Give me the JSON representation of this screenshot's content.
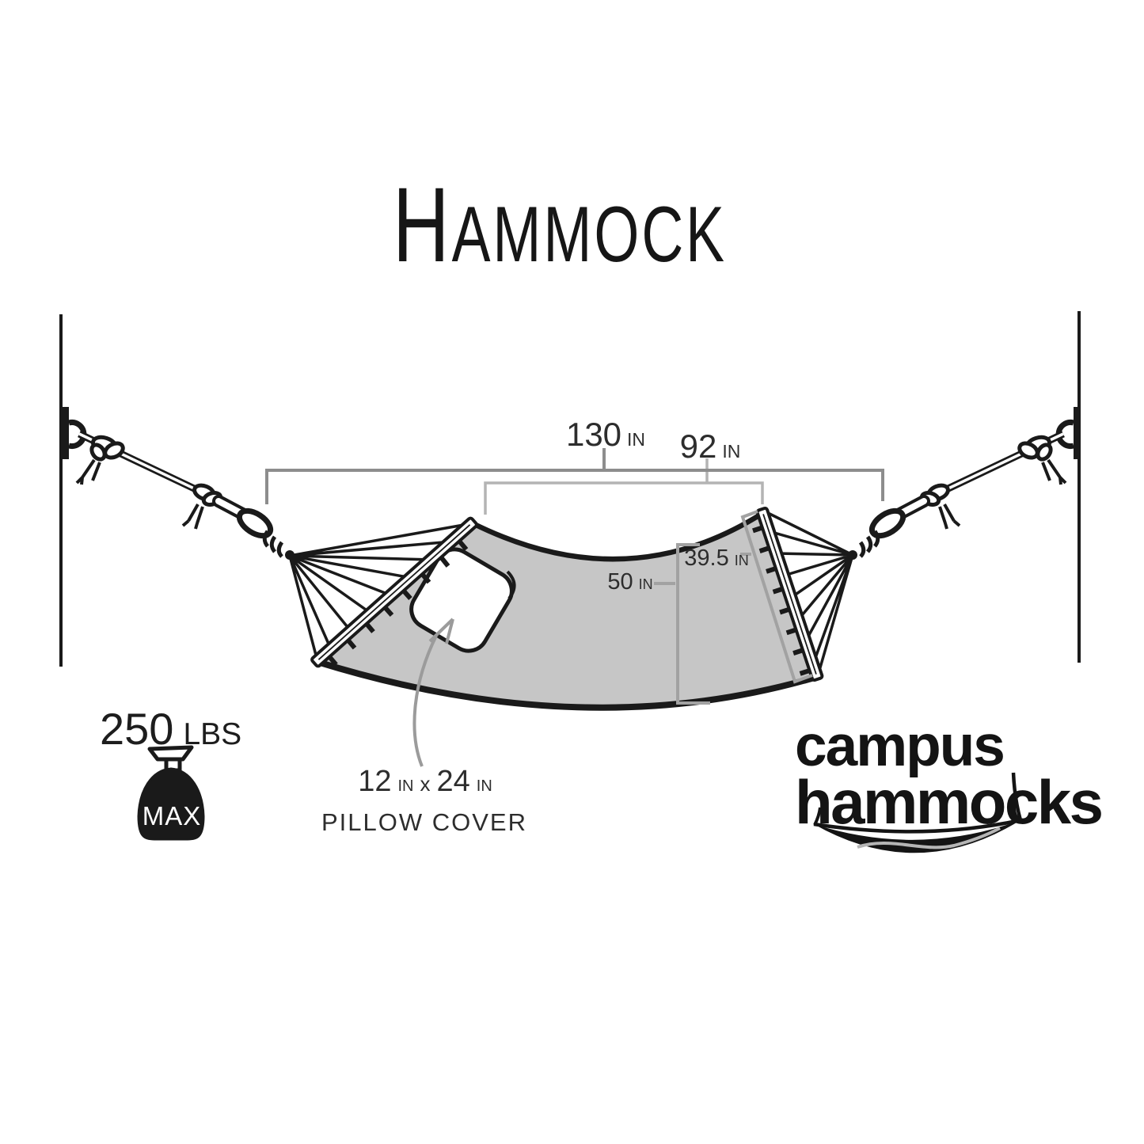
{
  "title": {
    "first": "H",
    "rest": "AMMOCK"
  },
  "dimensions": {
    "overall_length": {
      "value": "130",
      "unit": "IN"
    },
    "bed_length": {
      "value": "92",
      "unit": "IN"
    },
    "spreader_bar": {
      "value": "39.5",
      "unit": "IN"
    },
    "bed_width": {
      "value": "50",
      "unit": "IN"
    }
  },
  "weight_capacity": {
    "value": "250",
    "unit": "LBS",
    "badge": "MAX"
  },
  "pillow_label": {
    "width": "12",
    "width_unit": "IN",
    "by": "x",
    "length": "24",
    "length_unit": "IN",
    "caption": "PILLOW COVER"
  },
  "brand": {
    "line1": "campus",
    "line2": "hammocks"
  },
  "icons": [
    "wall-icon",
    "wall-anchor-icon",
    "rope-knot-icon",
    "chain-link-icon",
    "spreader-bar-icon",
    "suspension-strings-icon",
    "hammock-bed-icon",
    "pillow-icon",
    "dimension-bracket-icon",
    "callout-arrow-icon",
    "weight-max-icon",
    "hammock-swoosh-icon"
  ],
  "colors": {
    "ink": "#1a1a1a",
    "fabric": "#c6c6c6",
    "bracket_dark": "#8d8d8d",
    "bracket_light": "#b4b4b4",
    "measure_gray": "#a2a2a2",
    "arrow_gray": "#9b9b9b",
    "label_text": "#2d2d2d"
  }
}
